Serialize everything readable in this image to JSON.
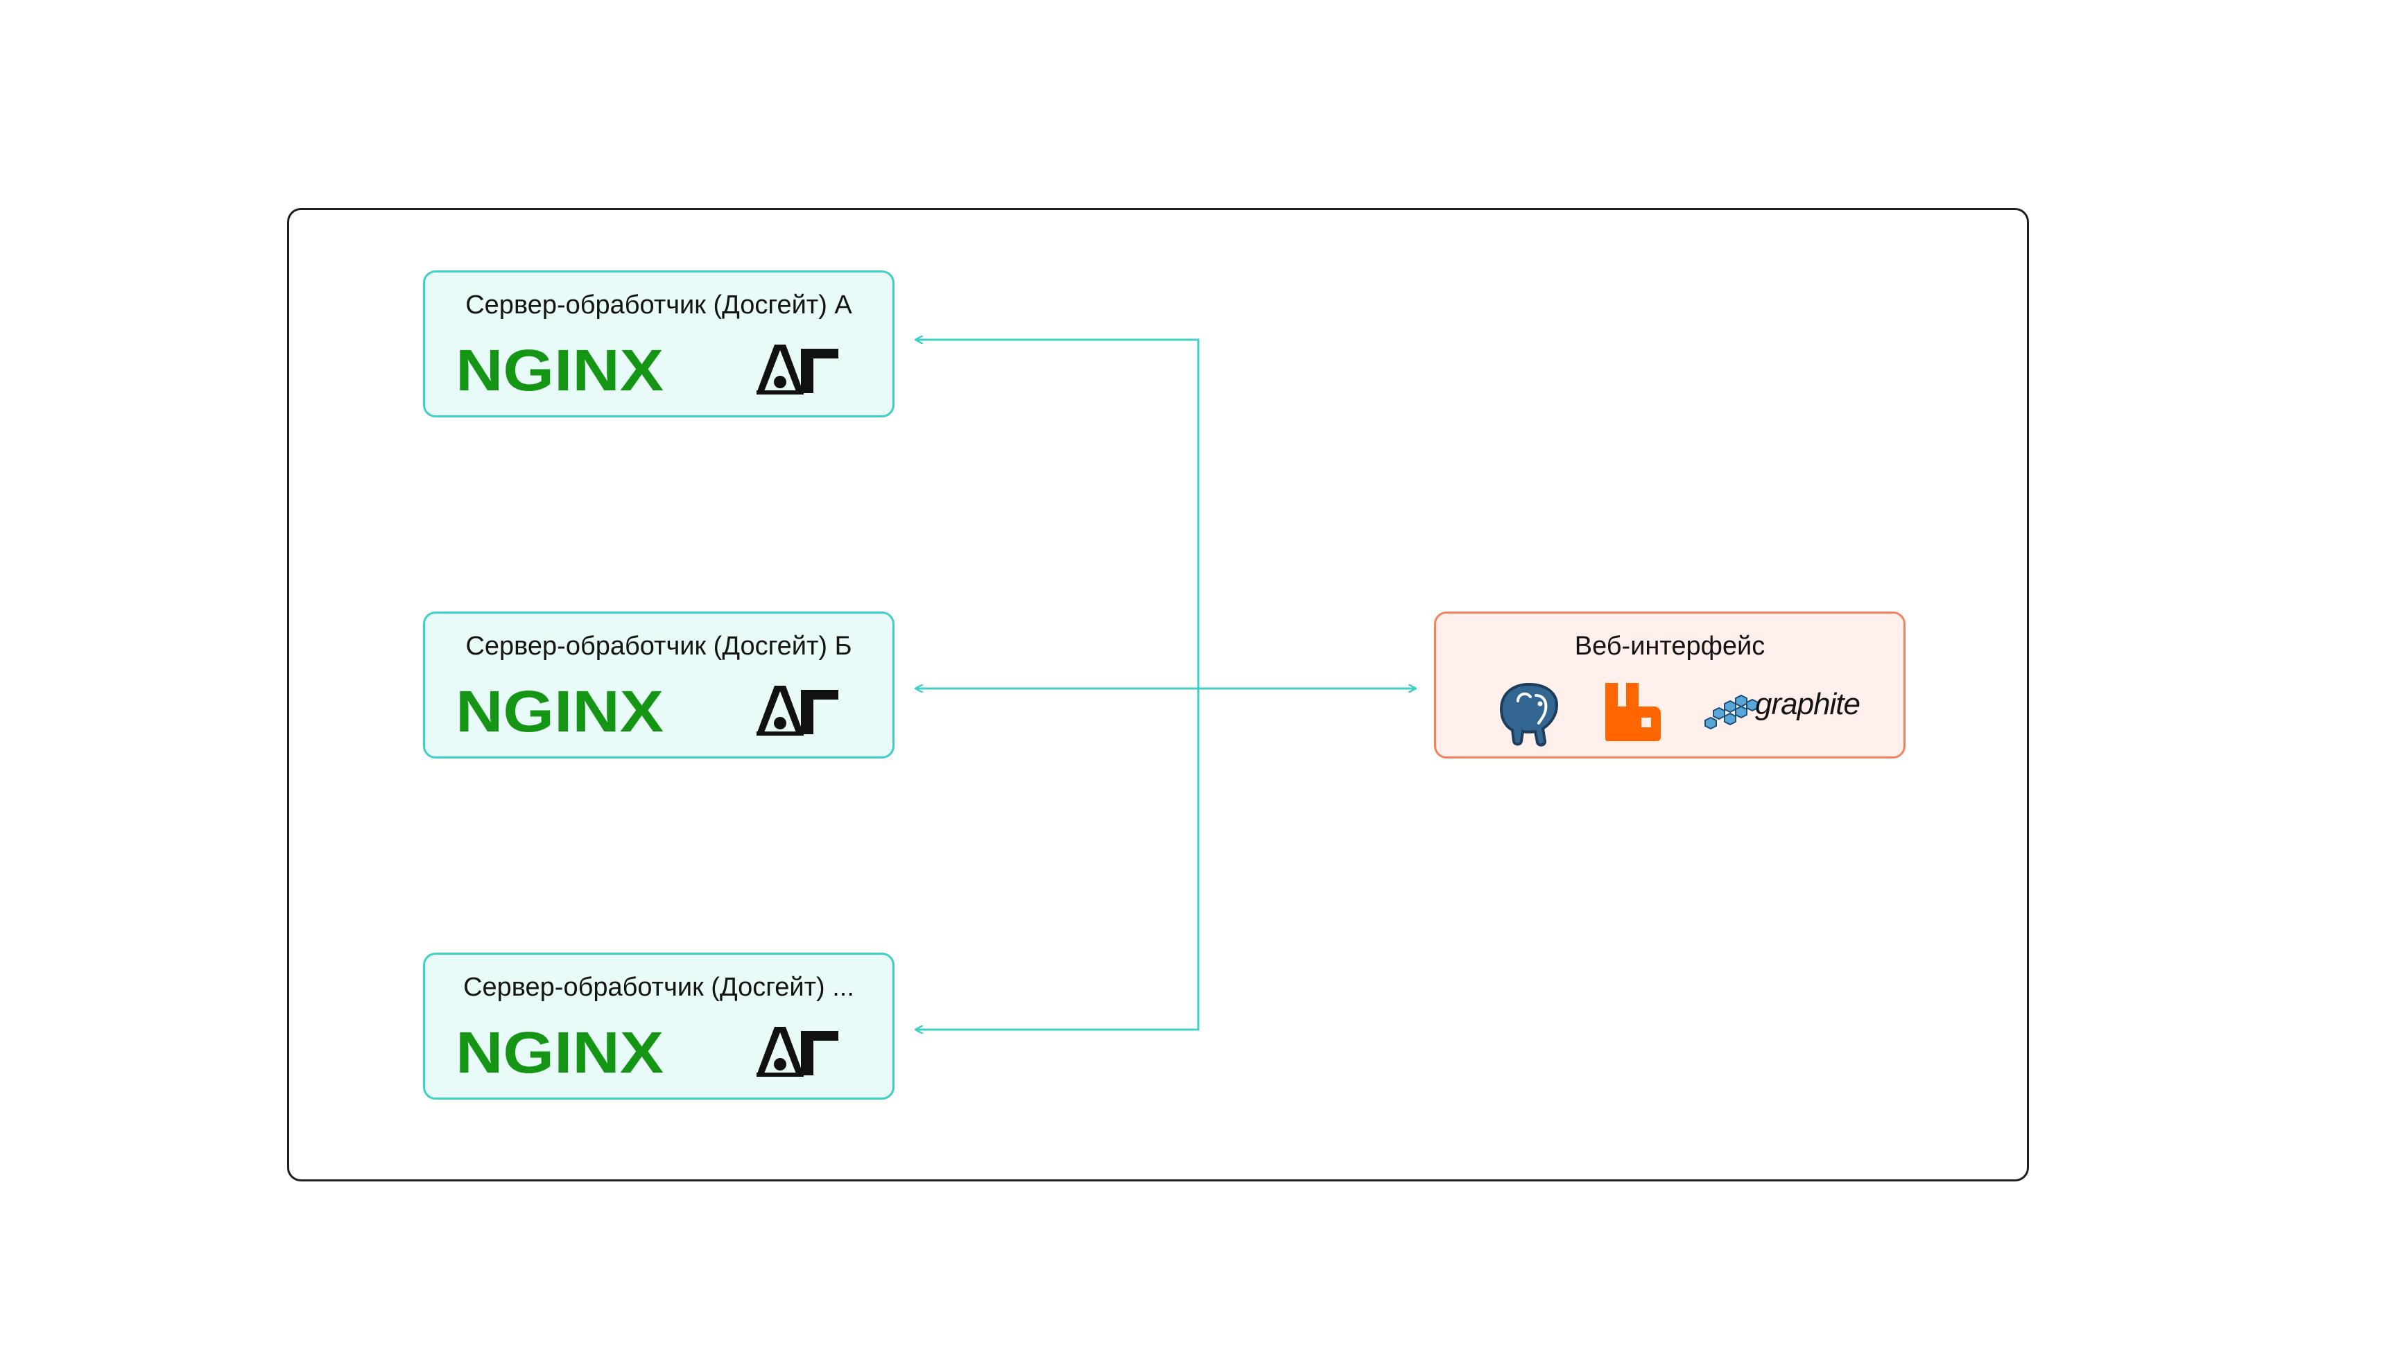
{
  "diagram": {
    "servers": [
      {
        "id": "a",
        "title": "Сервер-обработчик (Досгейт) А"
      },
      {
        "id": "b",
        "title": "Сервер-обработчик (Досгейт) Б"
      },
      {
        "id": "c",
        "title": "Сервер-обработчик (Досгейт) ..."
      }
    ],
    "logos": {
      "nginx": "NGINX",
      "graphite": "graphite"
    },
    "web": {
      "title": "Веб-интерфейс"
    },
    "colors": {
      "server_border": "#3ecfc6",
      "server_fill": "#e9fbf9",
      "web_border": "#f5825f",
      "web_fill": "#fff0ec",
      "connector": "#3ecfc6",
      "nginx_green": "#149614",
      "rabbitmq_orange": "#ff6600",
      "postgres_blue": "#336791"
    },
    "icons": {
      "server_a": [
        "nginx-logo-icon",
        "dosgate-logo-icon"
      ],
      "web": [
        "postgresql-elephant-icon",
        "rabbitmq-logo-icon",
        "graphite-logo-icon"
      ]
    }
  }
}
